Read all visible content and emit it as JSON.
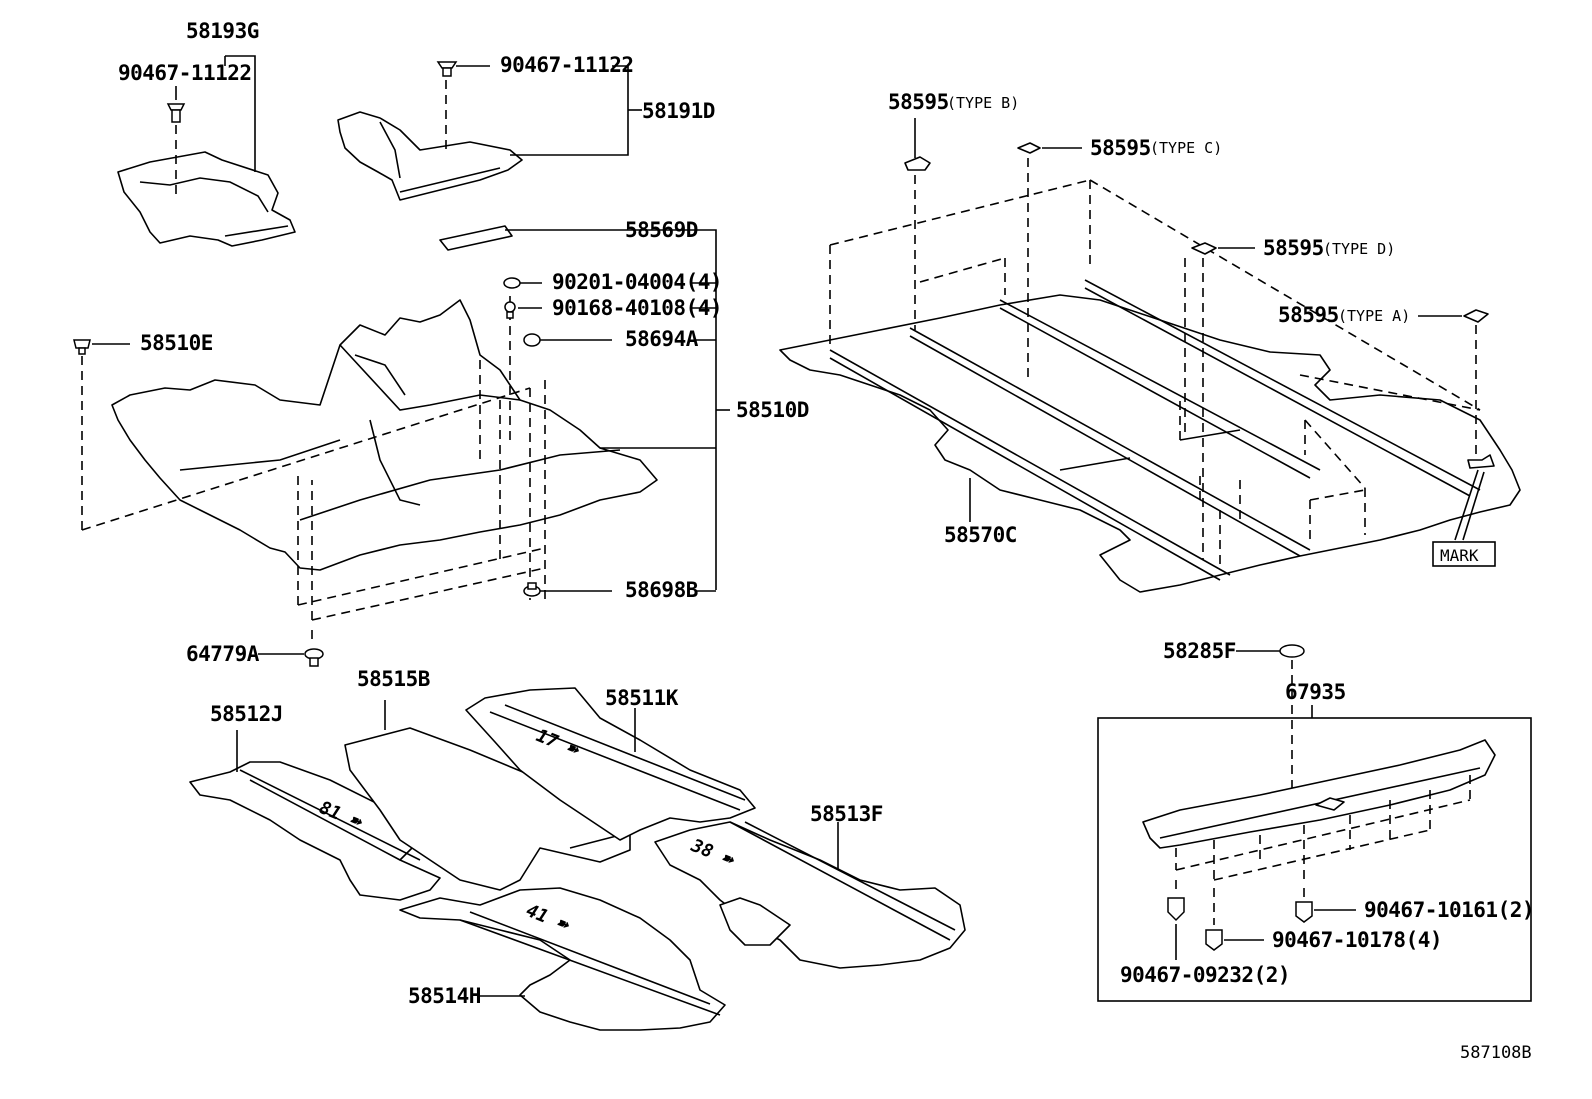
{
  "diagram": {
    "drawing_code": "587108B",
    "callouts": {
      "p58193G": "58193G",
      "p90467_11122_a": "90467-11122",
      "p90467_11122_b": "90467-11122",
      "p58191D": "58191D",
      "p58569D": "58569D",
      "p90201": "90201-04004(4)",
      "p90168": "90168-40108(4)",
      "p58694A": "58694A",
      "p58510E": "58510E",
      "p58510D": "58510D",
      "p58698B": "58698B",
      "p64779A": "64779A",
      "p58595_b": "58595",
      "p58595_c": "58595",
      "p58595_d": "58595",
      "p58595_a": "58595",
      "type_b": "(TYPE B)",
      "type_c": "(TYPE C)",
      "type_d": "(TYPE D)",
      "type_a": "(TYPE A)",
      "p58570C": "58570C",
      "mark": "MARK",
      "p58285F": "58285F",
      "p67935": "67935",
      "p90467_10161": "90467-10161(2)",
      "p90467_10178": "90467-10178(4)",
      "p90467_09232": "90467-09232(2)",
      "p58512J": "58512J",
      "p58515B": "58515B",
      "p58511K": "58511K",
      "p58513F": "58513F",
      "p58514H": "58514H"
    }
  }
}
